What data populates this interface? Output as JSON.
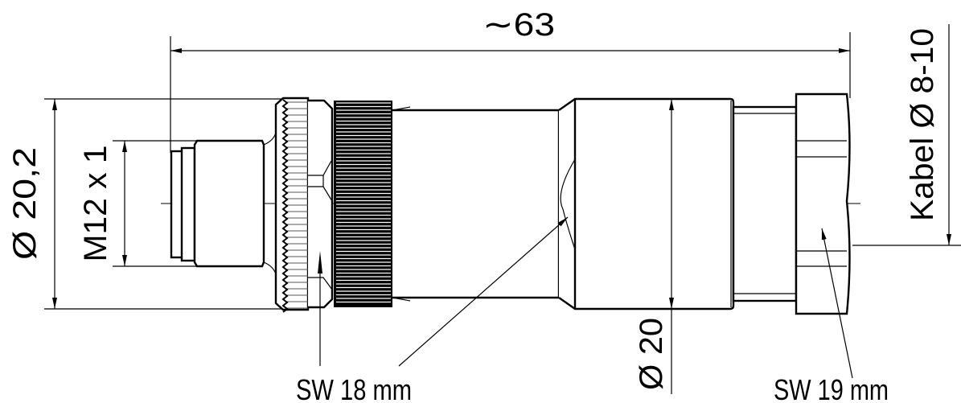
{
  "drawing": {
    "overall_length": "∼63",
    "outer_diameter": "Ø 20,2",
    "thread": "M12 x 1",
    "cable_range": "Kabel Ø 8-10",
    "body_diameter": "Ø 20",
    "wrench_size_1": "SW 18 mm",
    "wrench_size_2": "SW 19 mm"
  },
  "colors": {
    "line": "#000000",
    "background": "#ffffff"
  }
}
